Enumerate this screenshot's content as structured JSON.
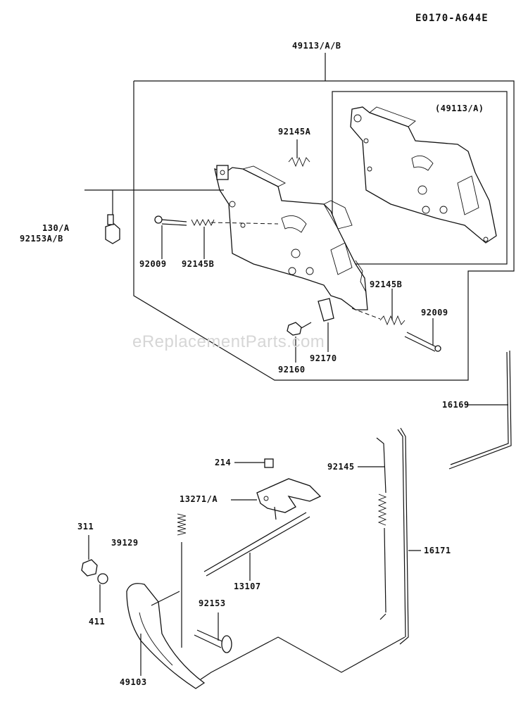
{
  "diagram_ref": "E0170-A644E",
  "watermark": "eReplacementParts.com",
  "inset_label": "(49113/A)",
  "labels": {
    "assembly": "49113/A/B",
    "p130": "130/A",
    "p92153ab": "92153A/B",
    "p92145a": "92145A",
    "p92009_left": "92009",
    "p92145b_left": "92145B",
    "p92145b_right": "92145B",
    "p92009_right": "92009",
    "p92170": "92170",
    "p92160": "92160",
    "p16169": "16169",
    "p214": "214",
    "p92145": "92145",
    "p13271a": "13271/A",
    "p311": "311",
    "p39129": "39129",
    "p16171": "16171",
    "p13107": "13107",
    "p92153": "92153",
    "p411": "411",
    "p49103": "49103"
  }
}
